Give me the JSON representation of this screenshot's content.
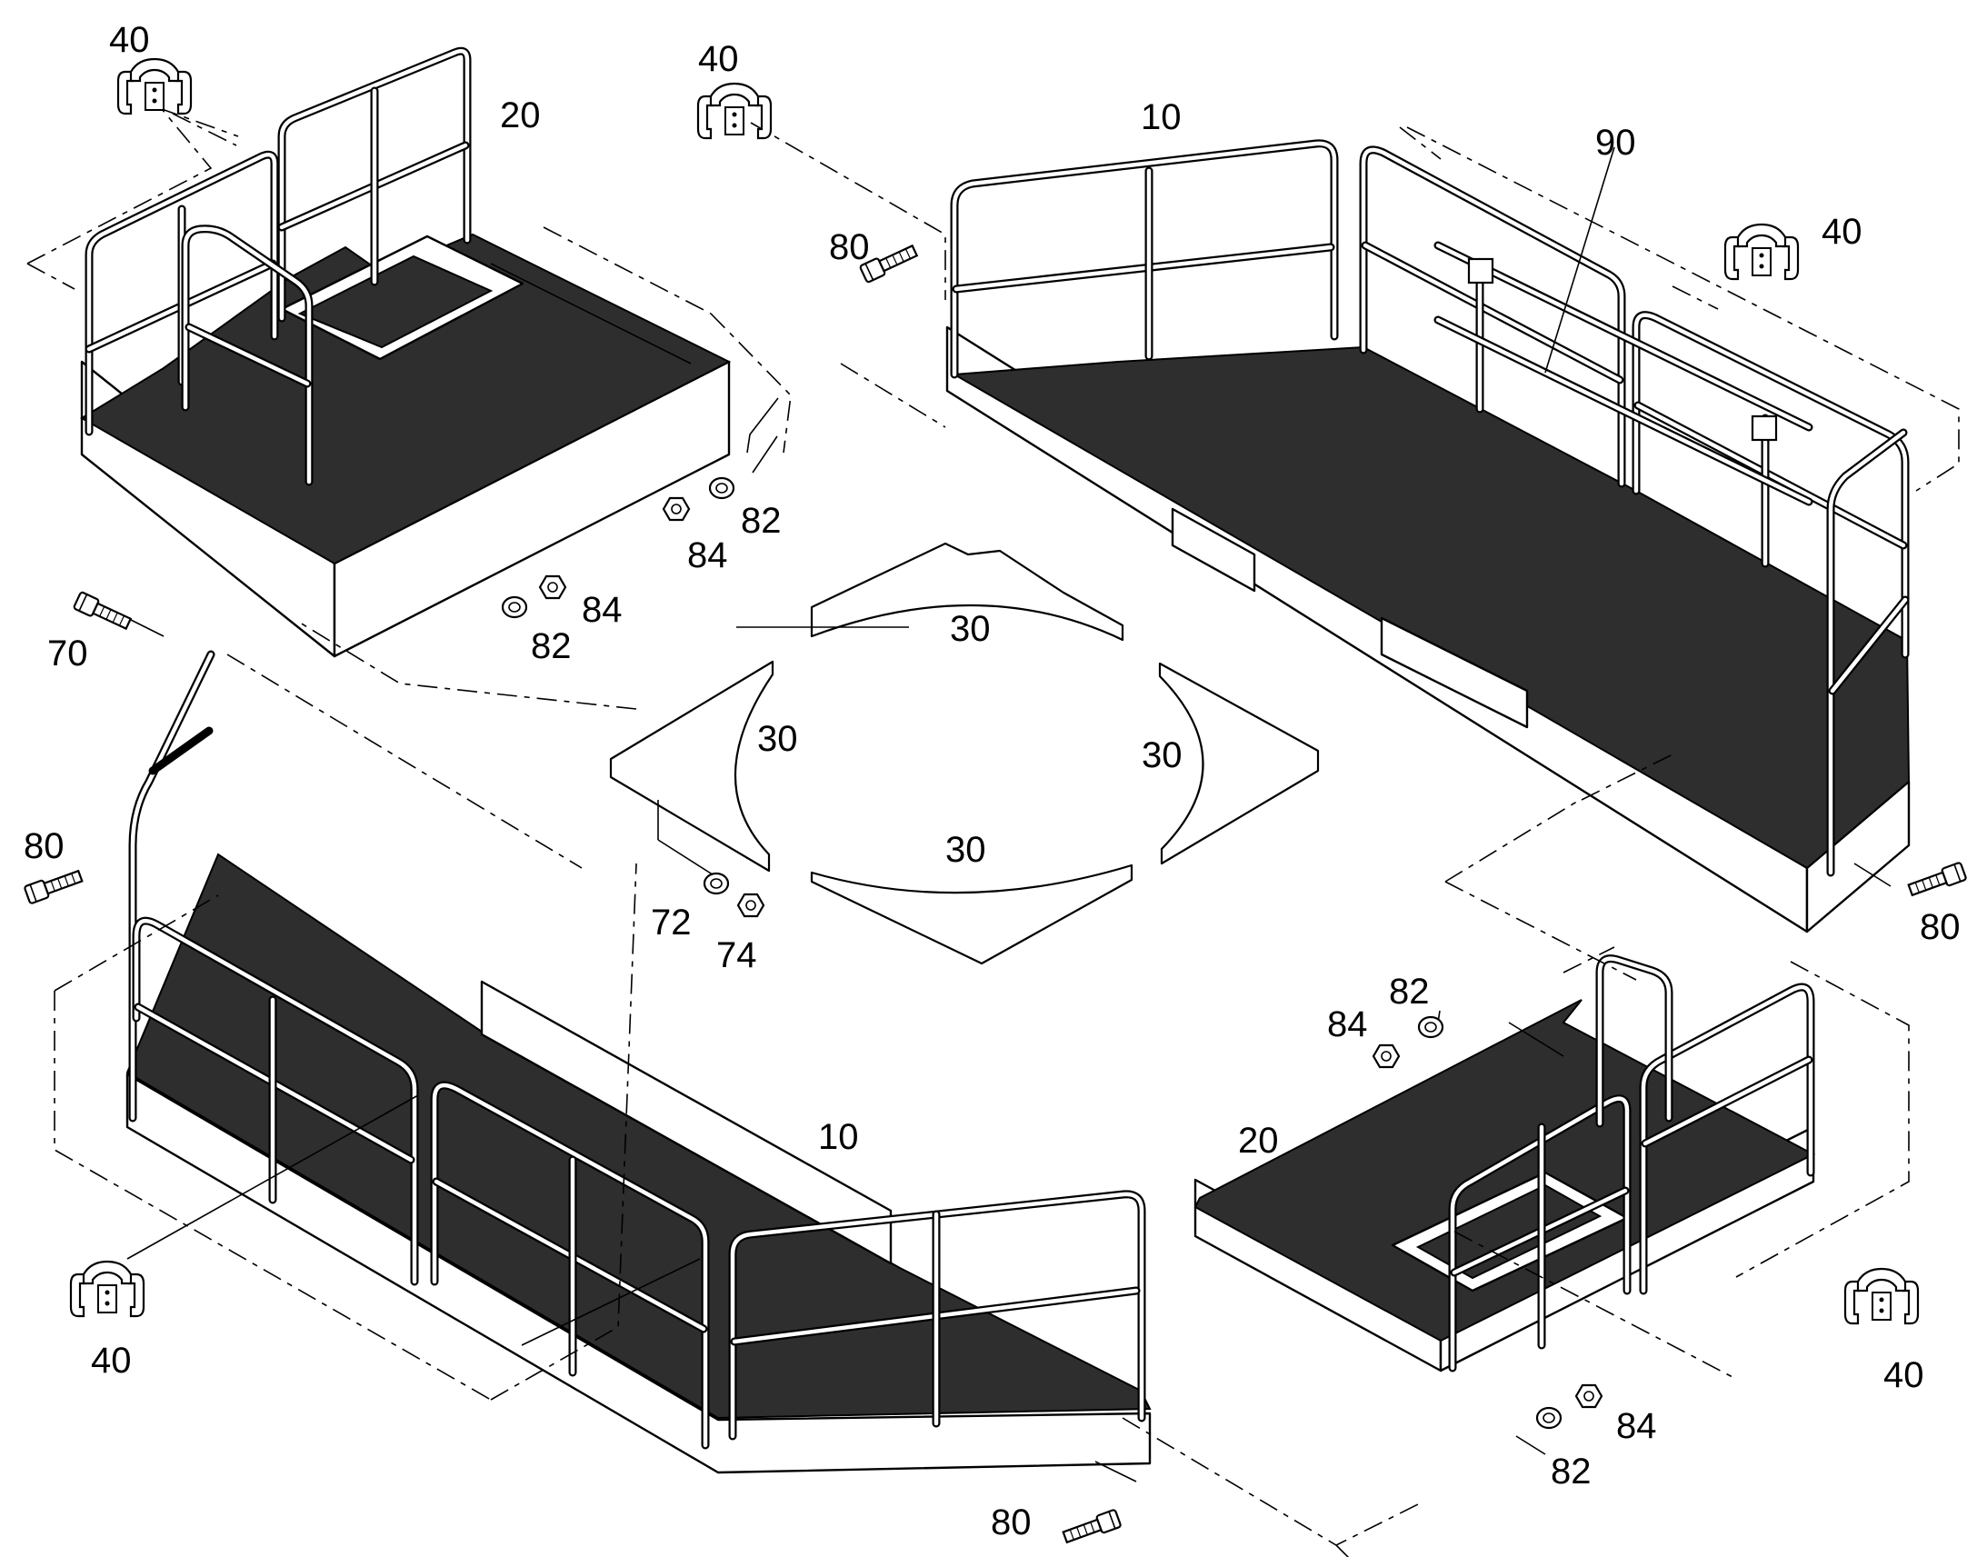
{
  "callouts": {
    "c40_top_left": "40",
    "c20_top_left": "20",
    "c40_top_center": "40",
    "c10_top": "10",
    "c90": "90",
    "c40_top_right": "40",
    "c80_top_center": "80",
    "c82_a": "82",
    "c84_a": "84",
    "c84_b": "84",
    "c82_b": "82",
    "c70": "70",
    "c30_top": "30",
    "c30_left": "30",
    "c30_right": "30",
    "c30_bottom": "30",
    "c80_left": "80",
    "c72": "72",
    "c74": "74",
    "c80_right": "80",
    "c82_c": "82",
    "c84_c": "84",
    "c10_bottom": "10",
    "c20_bottom_right": "20",
    "c40_bottom_left": "40",
    "c40_bottom_right": "40",
    "c84_d": "84",
    "c82_d": "82",
    "c80_bottom": "80"
  }
}
